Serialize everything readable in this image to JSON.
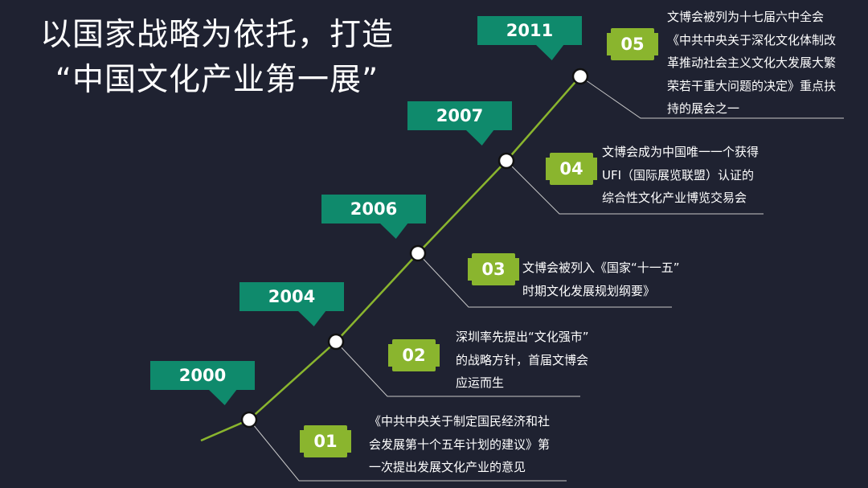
{
  "title": {
    "line1": "以国家战略为依托，打造",
    "line2": "“中国文化产业第一展”"
  },
  "milestones": [
    {
      "year": "2000",
      "number": "01",
      "lines": [
        "《中共中央关于制定国民经济和社",
        "会发展第十个五年计划的建议》第",
        "一次提出发展文化产业的意见"
      ]
    },
    {
      "year": "2004",
      "number": "02",
      "lines": [
        "深圳率先提出“文化强市”",
        "的战略方针，首届文博会",
        "应运而生"
      ]
    },
    {
      "year": "2006",
      "number": "03",
      "lines": [
        "文博会被列入《国家“十一五”",
        "时期文化发展规划纲要》"
      ]
    },
    {
      "year": "2007",
      "number": "04",
      "lines": [
        "文博会成为中国唯一一个获得",
        "UFI（国际展览联盟）认证的",
        "综合性文化产业博览交易会"
      ]
    },
    {
      "year": "2011",
      "number": "05",
      "lines": [
        "文博会被列为十七届六中全会",
        "《中共中央关于深化文化体制改",
        "革推动社会主义文化大发展大繁",
        "荣若干重大问题的决定》重点扶",
        "持的展会之一"
      ]
    }
  ],
  "colors": {
    "background": "#1f2231",
    "year_tag": "#0f8a6c",
    "badge": "#8ab52e",
    "timeline": "#8ab52e",
    "connector": "#c8c8c8"
  }
}
